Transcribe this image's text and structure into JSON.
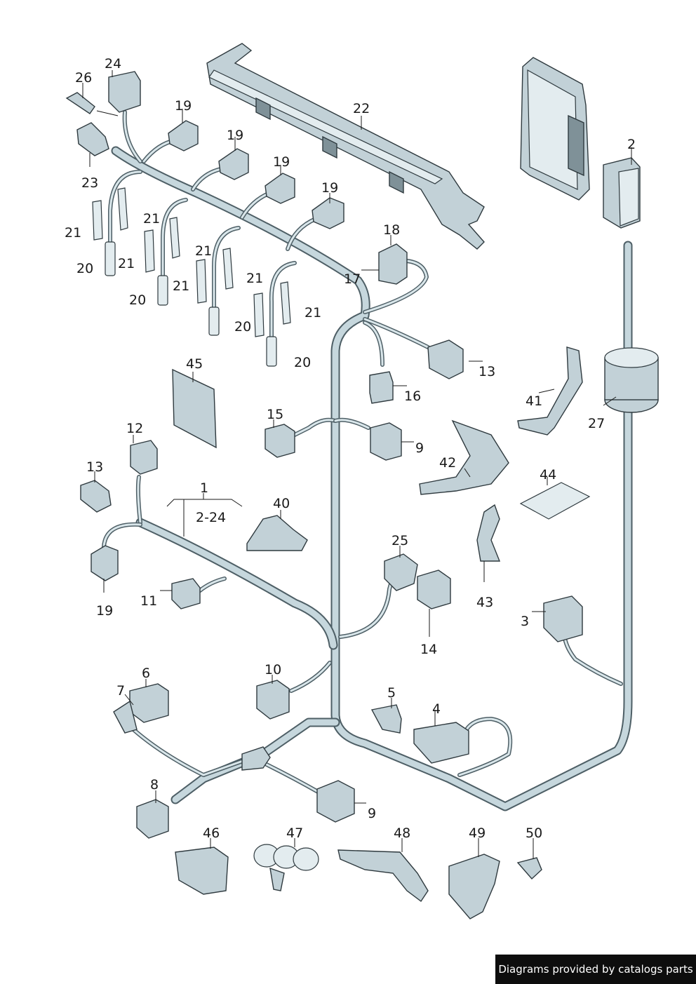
{
  "footer_text": "Diagrams provided by catalogs parts",
  "callouts": {
    "c1": "1",
    "c2_24": "2-24",
    "c2": "2",
    "c3": "3",
    "c4": "4",
    "c5": "5",
    "c6": "6",
    "c7": "7",
    "c8": "8",
    "c9a": "9",
    "c9b": "9",
    "c10": "10",
    "c11": "11",
    "c12": "12",
    "c13a": "13",
    "c13b": "13",
    "c14": "14",
    "c15": "15",
    "c16": "16",
    "c17": "17",
    "c18": "18",
    "c19a": "19",
    "c19b": "19",
    "c19c": "19",
    "c19d": "19",
    "c19e": "19",
    "c20a": "20",
    "c20b": "20",
    "c20c": "20",
    "c20d": "20",
    "c21a": "21",
    "c21b": "21",
    "c21c": "21",
    "c21d": "21",
    "c21e": "21",
    "c21f": "21",
    "c21g": "21",
    "c22": "22",
    "c23": "23",
    "c24": "24",
    "c25": "25",
    "c26": "26",
    "c27": "27",
    "c40": "40",
    "c41": "41",
    "c42": "42",
    "c43": "43",
    "c44": "44",
    "c45": "45",
    "c46": "46",
    "c47": "47",
    "c48": "48",
    "c49": "49",
    "c50": "50"
  }
}
